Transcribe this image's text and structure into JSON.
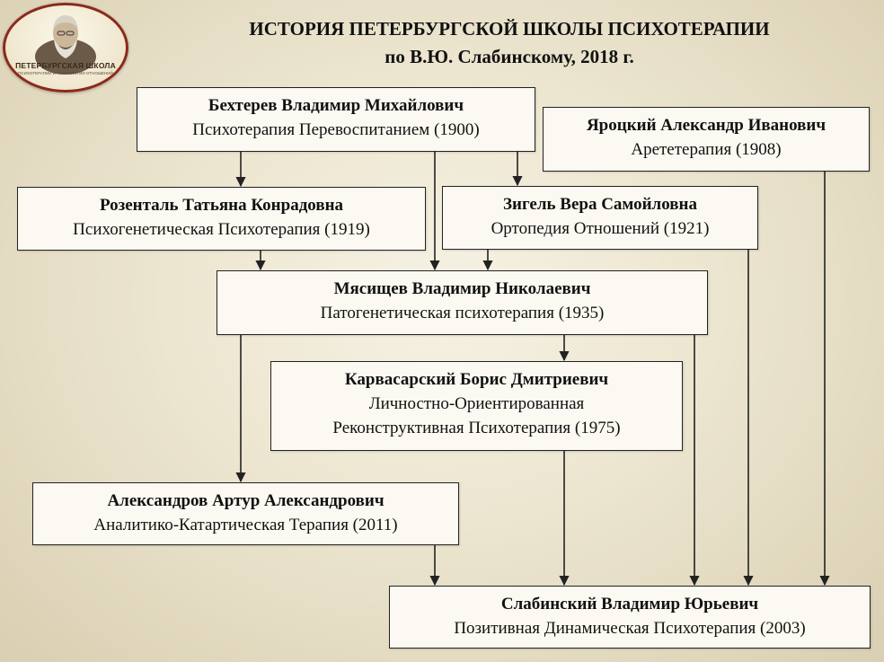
{
  "logo": {
    "text": "ПЕТЕРБУРГСКАЯ ШКОЛА",
    "subtext": "ПСИХОТЕРАПИИ И ПСИХОЛОГИИ ОТНОШЕНИЙ"
  },
  "title": {
    "line1": "ИСТОРИЯ ПЕТЕРБУРГСКОЙ ШКОЛЫ ПСИХОТЕРАПИИ",
    "line2": "по В.Ю. Слабинскому, 2018 г."
  },
  "nodes": {
    "bekhterev": {
      "name": "Бехтерев Владимир Михайлович",
      "work": "Психотерапия Перевоспитанием (1900)"
    },
    "yarotsky": {
      "name": "Яроцкий Александр Иванович",
      "work": "Арететерапия (1908)"
    },
    "rozental": {
      "name": "Розенталь Татьяна Конрадовна",
      "work": "Психогенетическая Психотерапия (1919)"
    },
    "zigel": {
      "name": "Зигель Вера Самойловна",
      "work": "Ортопедия Отношений (1921)"
    },
    "myasishchev": {
      "name": "Мясищев Владимир Николаевич",
      "work": "Патогенетическая психотерапия (1935)"
    },
    "karvasarsky": {
      "name": "Карвасарский Борис Дмитриевич",
      "work1": "Личностно-Ориентированная",
      "work2": "Реконструктивная Психотерапия (1975)"
    },
    "aleksandrov": {
      "name": "Александров Артур Александрович",
      "work": "Аналитико-Катартическая Терапия (2011)"
    },
    "slabinsky": {
      "name": "Слабинский Владимир Юрьевич",
      "work": "Позитивная Динамическая Психотерапия (2003)"
    }
  },
  "edges": [
    [
      "bekhterev",
      "rozental"
    ],
    [
      "bekhterev",
      "myasishchev"
    ],
    [
      "bekhterev",
      "zigel"
    ],
    [
      "rozental",
      "myasishchev"
    ],
    [
      "zigel",
      "myasishchev"
    ],
    [
      "zigel",
      "slabinsky"
    ],
    [
      "yarotsky",
      "slabinsky"
    ],
    [
      "myasishchev",
      "aleksandrov"
    ],
    [
      "myasishchev",
      "karvasarsky"
    ],
    [
      "myasishchev",
      "slabinsky"
    ],
    [
      "karvasarsky",
      "slabinsky"
    ],
    [
      "aleksandrov",
      "slabinsky"
    ]
  ],
  "colors": {
    "line": "#222222",
    "box_fill": "#fbf9f1",
    "logo_ring": "#8b2a1c"
  }
}
